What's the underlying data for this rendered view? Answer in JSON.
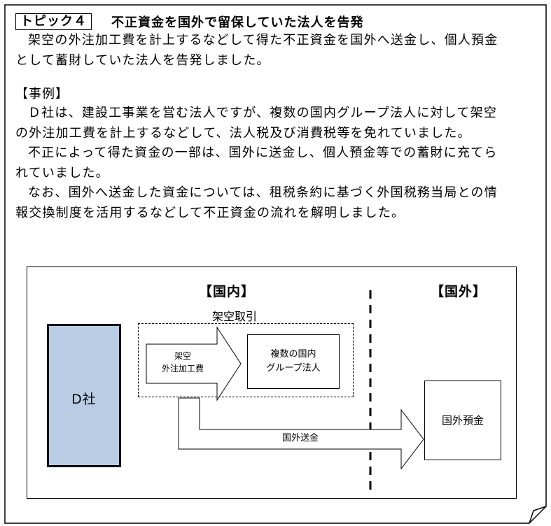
{
  "topic": {
    "badge": "トピック４",
    "headline": "不正資金を国外で留保していた法人を告発"
  },
  "intro": {
    "lines": [
      "架空の外注加工費を計上するなどして得た不正資金を国外へ送金し、個人預金",
      "として蓄財していた法人を告発しました。"
    ]
  },
  "case": {
    "label": "【事例】",
    "paragraphs": [
      [
        "Ｄ社は、建設工事業を営む法人ですが、複数の国内グループ法人に対して架空",
        "の外注加工費を計上するなどして、法人税及び消費税等を免れていました。"
      ],
      [
        "不正によって得た資金の一部は、国外に送金し、個人預金等での蓄財に充てら",
        "れていました。"
      ],
      [
        "なお、国外へ送金した資金については、租税条約に基づく外国税務当局との情",
        "報交換制度を活用するなどして不正資金の流れを解明しました。"
      ]
    ]
  },
  "diagram": {
    "domestic_label": "【国内】",
    "overseas_label": "【国外】",
    "fictitious_label": "架空取引",
    "company_label": "D社",
    "arrow1_lines": [
      "架空",
      "外注加工費"
    ],
    "partner_lines": [
      "複数の国内",
      "グループ法人"
    ],
    "transfer_label": "国外送金",
    "account_label": "国外預金",
    "company_fill": "#b8cce4"
  }
}
